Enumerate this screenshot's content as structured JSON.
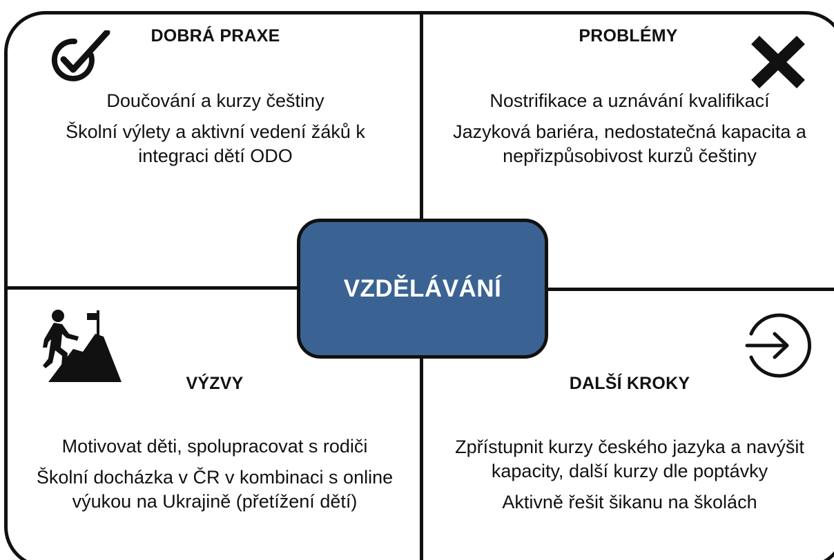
{
  "center": {
    "title": "VZDĚLÁVÁNÍ",
    "fill_color": "#3a6393"
  },
  "quadrants": {
    "good_practice": {
      "title": "DOBRÁ PRAXE",
      "icon": "checkmark-circle-icon",
      "items": [
        "Doučování a kurzy češtiny",
        "Školní výlety a aktivní vedení žáků k",
        "integraci dětí ODO"
      ]
    },
    "problems": {
      "title": "PROBLÉMY",
      "icon": "x-cross-icon",
      "items": [
        "Nostrifikace a uznávání kvalifikací",
        "Jazyková bariéra, nedostatečná kapacita a",
        "nepřizpůsobivost kurzů češtiny"
      ]
    },
    "challenges": {
      "title": "VÝZVY",
      "icon": "climber-with-flag-icon",
      "items": [
        "Motivovat děti, spolupracovat s rodiči",
        "Školní docházka v ČR v kombinaci s online",
        "výukou na Ukrajině (přetížení dětí)"
      ]
    },
    "next_steps": {
      "title": "DALŠÍ KROKY",
      "icon": "arrow-right-circle-icon",
      "items": [
        "Zpřístupnit kurzy českého jazyka a navýšit",
        "kapacity, další kurzy dle poptávky",
        "Aktivně řešit šikanu na školách"
      ]
    }
  }
}
